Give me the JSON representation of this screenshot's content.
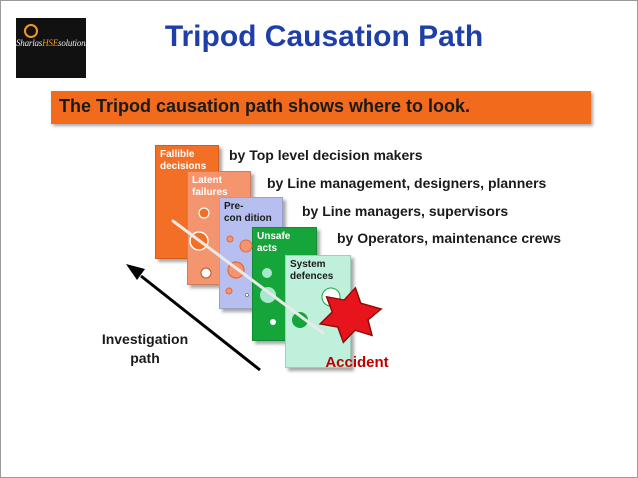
{
  "logo": {
    "name": "logo",
    "text_before": "Sharlas",
    "text_highlight": "HSE",
    "text_after": "solutions"
  },
  "slide": {
    "title": "Tripod Causation Path",
    "banner": "The Tripod causation path shows where to look."
  },
  "diagram": {
    "layers": [
      {
        "label": "Fallible\ndecisions",
        "color": "#f36f25"
      },
      {
        "label": "Latent\nfailures",
        "color": "#f49570"
      },
      {
        "label": "Pre-\ncon    dition",
        "color": "#b6bff0"
      },
      {
        "label": "Unsafe\nacts",
        "color": "#15a53a"
      },
      {
        "label": "System\ndefences",
        "color": "#bff0dc"
      }
    ],
    "descriptions": [
      "by Top level decision makers",
      "by Line management, designers, planners",
      "by Line managers, supervisors",
      "by Operators, maintenance crews"
    ],
    "investigation_label": "Investigation path",
    "accident_label": "Accident",
    "colors": {
      "title": "#1f3fa8",
      "banner": "#f26a1b",
      "accident_star": "#e8141b",
      "accident_text": "#c00000"
    }
  }
}
